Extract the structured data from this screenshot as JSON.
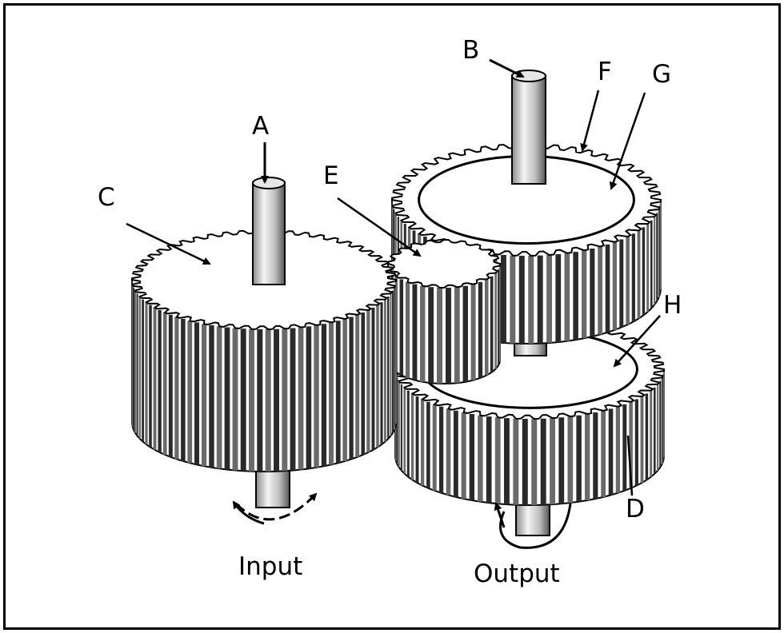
{
  "labels": {
    "A": "A",
    "B": "B",
    "C": "C",
    "D": "D",
    "E": "E",
    "F": "F",
    "G": "G",
    "H": "H"
  },
  "captions": {
    "input": "Input",
    "output": "Output"
  },
  "colors": {
    "ink": "#000000",
    "shade": "#6a6a6a",
    "paper": "#ffffff",
    "light": "#d8d8d8"
  }
}
